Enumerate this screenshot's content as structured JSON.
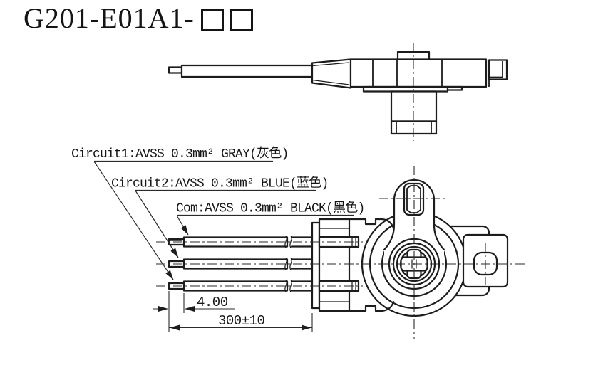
{
  "title": {
    "code": "G201-E01A1-",
    "suffix_box_count": 2
  },
  "wire_labels": [
    {
      "text": "Circuit1:AVSS 0.3mm² GRAY(灰色)"
    },
    {
      "text": "Circuit2:AVSS 0.3mm² BLUE(蓝色)"
    },
    {
      "text": "Com:AVSS 0.3mm² BLACK(黑色)"
    }
  ],
  "dimensions": {
    "strip_length": "4.00",
    "cable_length": "300±10"
  },
  "colors": {
    "line": "#1c1c1c",
    "background": "#ffffff"
  }
}
